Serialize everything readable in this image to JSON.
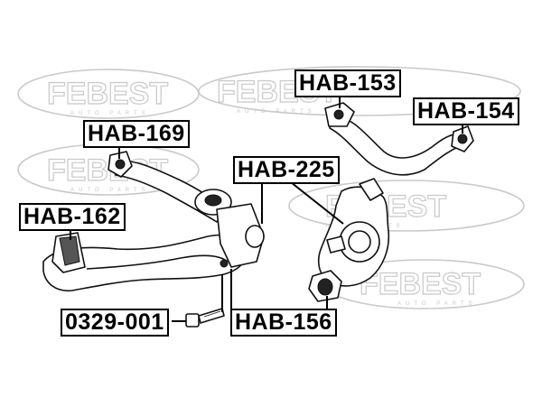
{
  "watermark": {
    "brand": "FEBEST",
    "tagline": "AUTO PARTS"
  },
  "labels": {
    "hab_153": "HAB-153",
    "hab_154": "HAB-154",
    "hab_169": "HAB-169",
    "hab_225": "HAB-225",
    "hab_162": "HAB-162",
    "bolt_0329_001": "0329-001",
    "hab_156": "HAB-156"
  }
}
